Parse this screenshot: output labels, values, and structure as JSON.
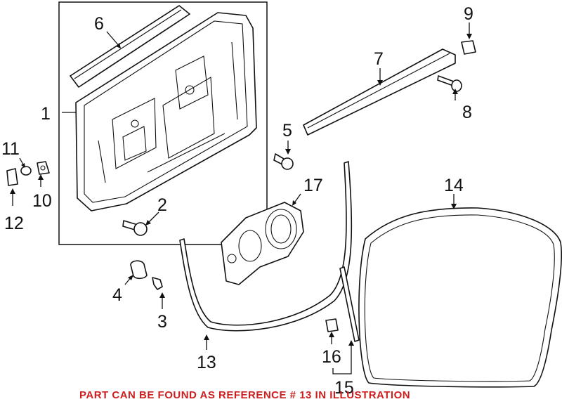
{
  "callouts": {
    "c1": "1",
    "c2": "2",
    "c3": "3",
    "c4": "4",
    "c5": "5",
    "c6": "6",
    "c7": "7",
    "c8": "8",
    "c9": "9",
    "c10": "10",
    "c11": "11",
    "c12": "12",
    "c13": "13",
    "c14": "14",
    "c15": "15",
    "c16": "16",
    "c17": "17"
  },
  "footer_note": "PART CAN BE FOUND AS REFERENCE # 13 IN ILLUSTRATION",
  "colors": {
    "line": "#111111",
    "note": "#cc1f1f",
    "background": "#ffffff"
  }
}
